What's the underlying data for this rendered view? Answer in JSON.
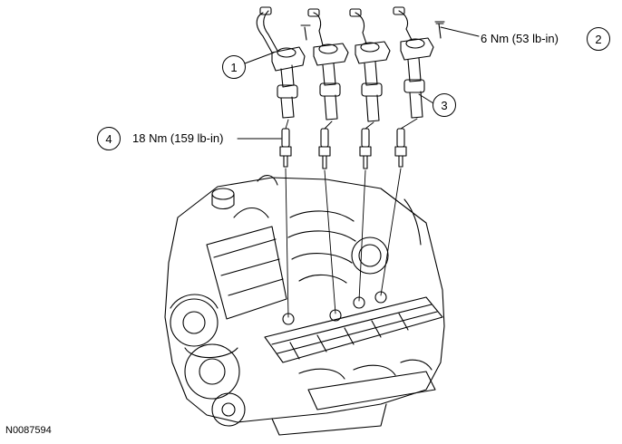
{
  "figure_id": "N0087594",
  "callouts": [
    {
      "number": "1",
      "text": ""
    },
    {
      "number": "2",
      "text": "6 Nm (53 lb-in)"
    },
    {
      "number": "3",
      "text": ""
    },
    {
      "number": "4",
      "text": "18 Nm (159 lb-in)"
    }
  ]
}
